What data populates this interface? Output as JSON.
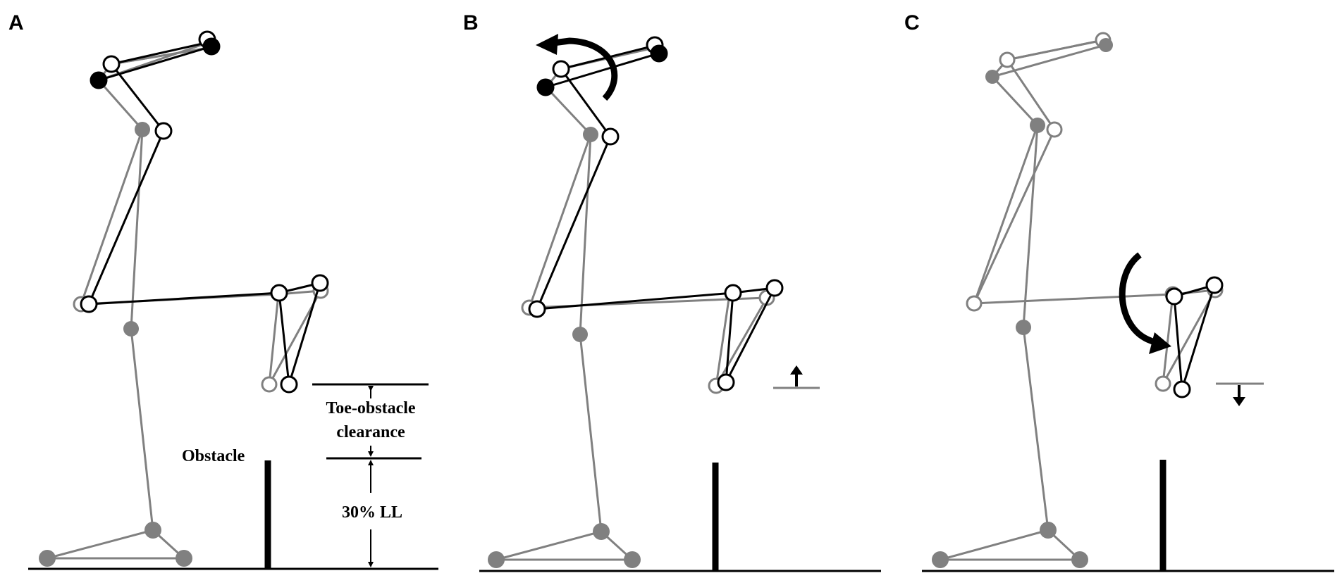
{
  "panels": [
    {
      "label": "A"
    },
    {
      "label": "B"
    },
    {
      "label": "C"
    }
  ],
  "annotations": {
    "obstacle": "Obstacle",
    "clearance_line1": "Toe-obstacle",
    "clearance_line2": "clearance",
    "height": "30% LL"
  },
  "colors": {
    "ink": "#000000",
    "reference": "#808080",
    "background": "#ffffff"
  }
}
